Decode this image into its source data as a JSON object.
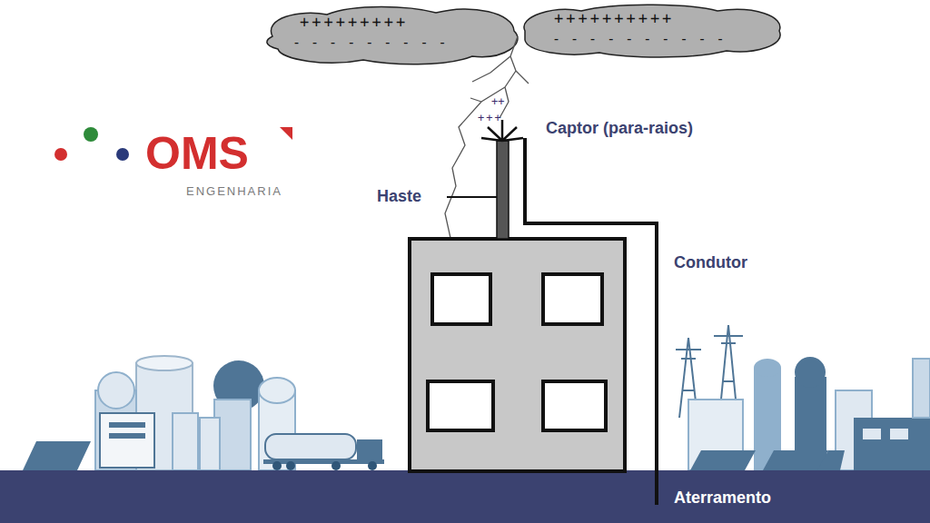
{
  "diagram": {
    "labels": [
      "OMS",
      "ENGENHARIA",
      "Captor (para-raios)",
      "Haste",
      "Condutor",
      "Aterramento",
      "+++++++++",
      "- - - - - - - - -",
      "++++++++++",
      "- - - - - - - - - -",
      "++",
      "+++"
    ]
  }
}
